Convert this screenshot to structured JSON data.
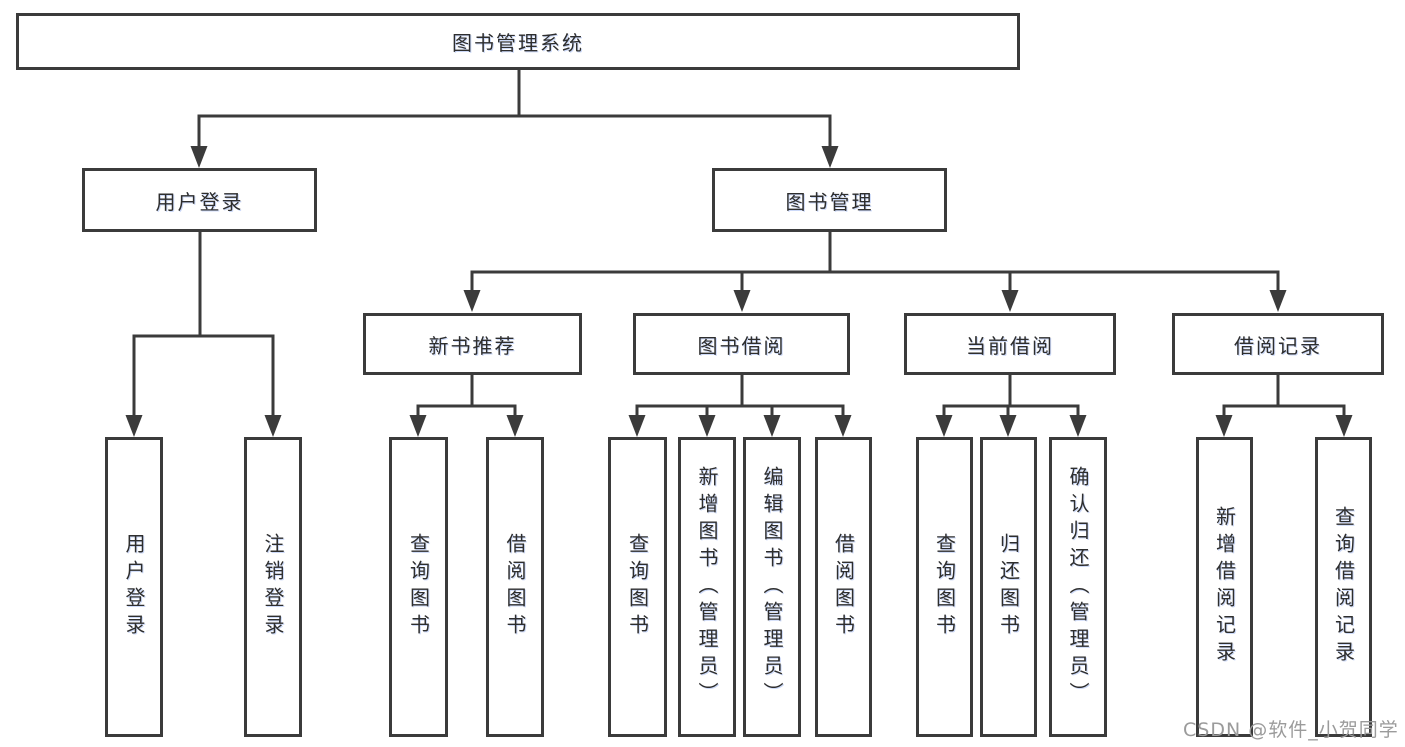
{
  "diagram": {
    "type": "functional-structure-tree",
    "title": "图书管理系统"
  },
  "hierarchy": {
    "label": "图书管理系统",
    "children": [
      {
        "label": "用户登录",
        "children": [
          {
            "label": "用户登录"
          },
          {
            "label": "注销登录"
          }
        ]
      },
      {
        "label": "图书管理",
        "children": [
          {
            "label": "新书推荐",
            "children": [
              {
                "label": "查询图书"
              },
              {
                "label": "借阅图书"
              }
            ]
          },
          {
            "label": "图书借阅",
            "children": [
              {
                "label": "查询图书"
              },
              {
                "label": "新增图书（管理员）"
              },
              {
                "label": "编辑图书（管理员）"
              },
              {
                "label": "借阅图书"
              }
            ]
          },
          {
            "label": "当前借阅",
            "children": [
              {
                "label": "查询图书"
              },
              {
                "label": "归还图书"
              },
              {
                "label": "确认归还（管理员）"
              }
            ]
          },
          {
            "label": "借阅记录",
            "children": [
              {
                "label": "新增借阅记录"
              },
              {
                "label": "查询借阅记录"
              }
            ]
          }
        ]
      }
    ]
  },
  "watermark": {
    "text": "CSDN @软件_小贺同学"
  },
  "colors": {
    "line": "#3b3b3b",
    "box_border": "#3b3b3b",
    "box_fill": "#ffffff",
    "text": "#2e2e2e",
    "watermark": "#9b9b9b",
    "background": "#ffffff"
  }
}
